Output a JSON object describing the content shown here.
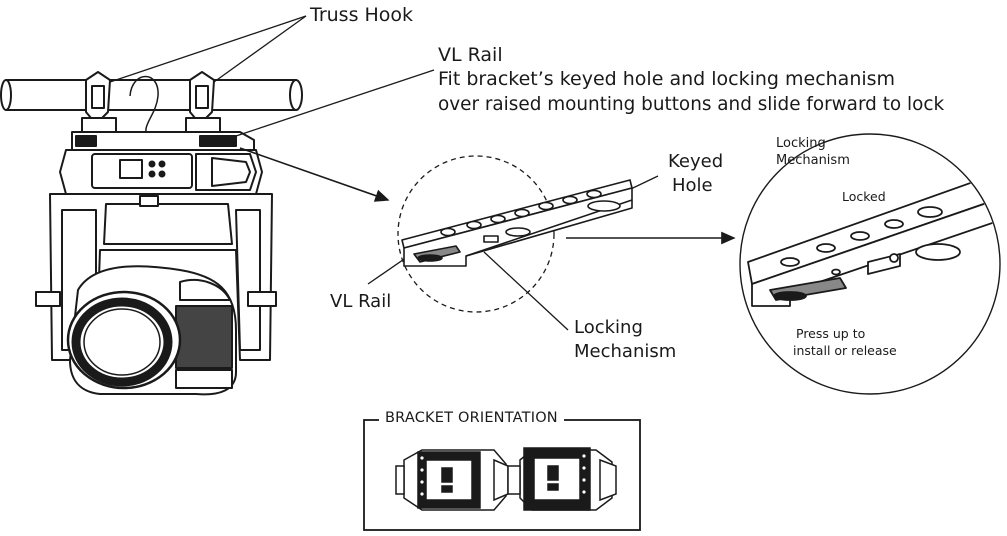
{
  "labels": {
    "truss_hook": "Truss Hook",
    "vl_rail_top": "VL Rail",
    "instruction_line1": "Fit bracket’s keyed hole and locking mechanism",
    "instruction_line2": "over raised mounting buttons and slide forward to lock",
    "keyed_hole_line1": "Keyed",
    "keyed_hole_line2": "Hole",
    "vl_rail_left": "VL Rail",
    "locking_mechanism_line1": "Locking",
    "locking_mechanism_line2": "Mechanism",
    "detail_locking_line1": "Locking",
    "detail_locking_line2": "Mechanism",
    "detail_locked": "Locked",
    "detail_press_line1": "Press up to",
    "detail_press_line2": "install or release"
  },
  "legend": {
    "title": "BRACKET ORIENTATION"
  },
  "colors": {
    "line": "#1a1a1a",
    "fill_dark": "#1a1a1a",
    "fill_light": "#ffffff",
    "fill_gray": "#d9d9d9"
  }
}
